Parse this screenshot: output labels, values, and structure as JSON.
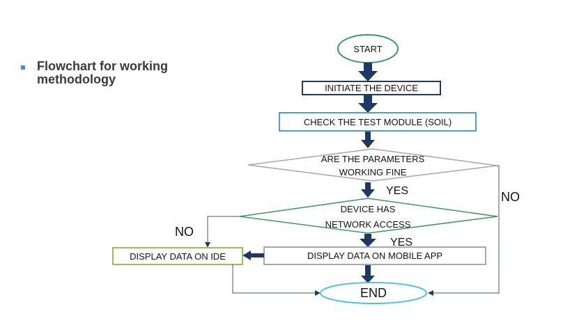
{
  "bullet": {
    "text_line1": "Flowchart for working",
    "text_line2": "methodology"
  },
  "flowchart": {
    "start": "START",
    "initiate": "INITIATE  THE  DEVICE",
    "check": "CHECK THE TEST MODULE (SOIL)",
    "decision1_line1": "ARE THE PARAMETERS",
    "decision1_line2": "WORKING FINE",
    "yes1": "YES",
    "no1": "NO",
    "decision2_line1": "DEVICE HAS",
    "decision2_line2": "NETWORK ACCESS",
    "yes2": "YES",
    "no2": "NO",
    "display_ide": "DISPLAY DATA ON IDE",
    "display_app": "DISPLAY DATA ON MOBILE APP",
    "end": "END"
  },
  "colors": {
    "arrow_dark": "#1f3864",
    "start_green": "#3a9a5b",
    "decision_gray": "#a6a6a6",
    "decision2_green": "#3c9a58",
    "check_blue": "#4aa3cf",
    "ide_green": "#92c05a",
    "app_gray": "#8a8a8a",
    "end_cyan": "#4fc3e6"
  }
}
